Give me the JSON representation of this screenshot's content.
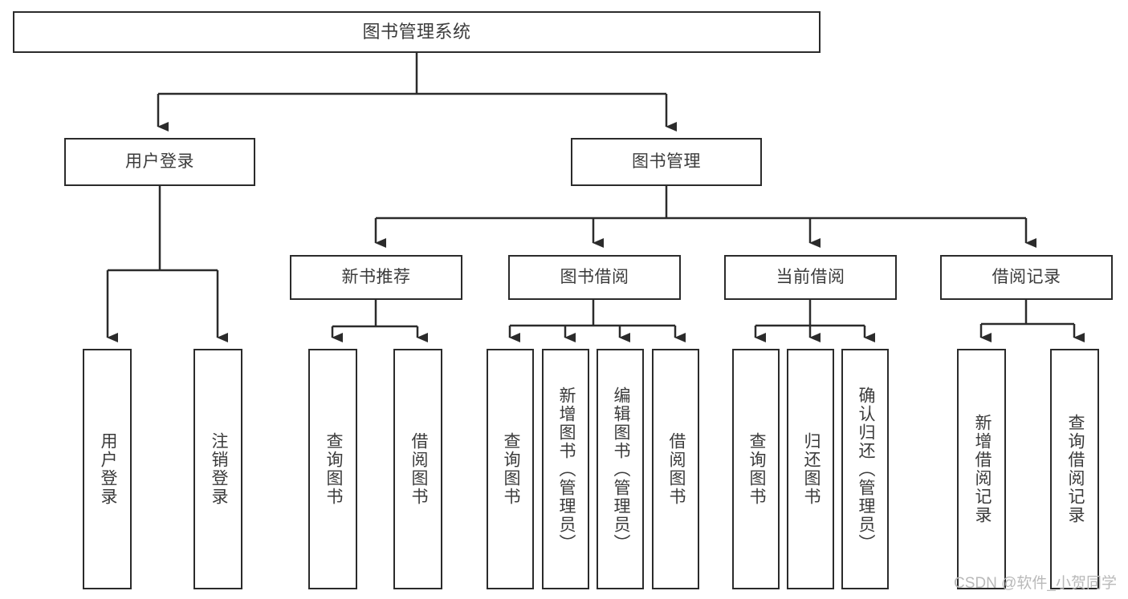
{
  "diagram": {
    "type": "hierarchy-tree",
    "title": "图书管理系统",
    "levels": 4,
    "nodes": {
      "root": {
        "label": "图书管理系统"
      },
      "level1": [
        {
          "id": "user-login",
          "label": "用户登录"
        },
        {
          "id": "book-management",
          "label": "图书管理"
        }
      ],
      "level2": [
        {
          "id": "new-book-recommend",
          "label": "新书推荐"
        },
        {
          "id": "book-borrow",
          "label": "图书借阅"
        },
        {
          "id": "current-borrow",
          "label": "当前借阅"
        },
        {
          "id": "borrow-record",
          "label": "借阅记录"
        }
      ],
      "leaves": [
        {
          "id": "leaf-user-login",
          "label": "用户登录",
          "parent": "user-login"
        },
        {
          "id": "leaf-logout-login",
          "label": "注销登录",
          "parent": "user-login"
        },
        {
          "id": "leaf-query-book-1",
          "label": "查询图书",
          "parent": "new-book-recommend"
        },
        {
          "id": "leaf-borrow-book-1",
          "label": "借阅图书",
          "parent": "new-book-recommend"
        },
        {
          "id": "leaf-query-book-2",
          "label": "查询图书",
          "parent": "book-borrow"
        },
        {
          "id": "leaf-add-book",
          "label": "新增图书（管理员）",
          "parent": "book-borrow"
        },
        {
          "id": "leaf-edit-book",
          "label": "编辑图书（管理员）",
          "parent": "book-borrow"
        },
        {
          "id": "leaf-borrow-book-2",
          "label": "借阅图书",
          "parent": "book-borrow"
        },
        {
          "id": "leaf-query-book-3",
          "label": "查询图书",
          "parent": "current-borrow"
        },
        {
          "id": "leaf-return-book",
          "label": "归还图书",
          "parent": "current-borrow"
        },
        {
          "id": "leaf-confirm-return",
          "label": "确认归还（管理员）",
          "parent": "current-borrow"
        },
        {
          "id": "leaf-add-record",
          "label": "新增借阅记录",
          "parent": "borrow-record"
        },
        {
          "id": "leaf-query-record",
          "label": "查询借阅记录",
          "parent": "borrow-record"
        }
      ]
    },
    "colors": {
      "box_border": "#2b2b2b",
      "box_fill": "#ffffff",
      "text": "#3b3b3b",
      "connector": "#2b2b2b",
      "background": "#ffffff",
      "watermark": "#b9b9b9"
    }
  },
  "watermark": {
    "text": "CSDN @软件_小贺同学"
  }
}
